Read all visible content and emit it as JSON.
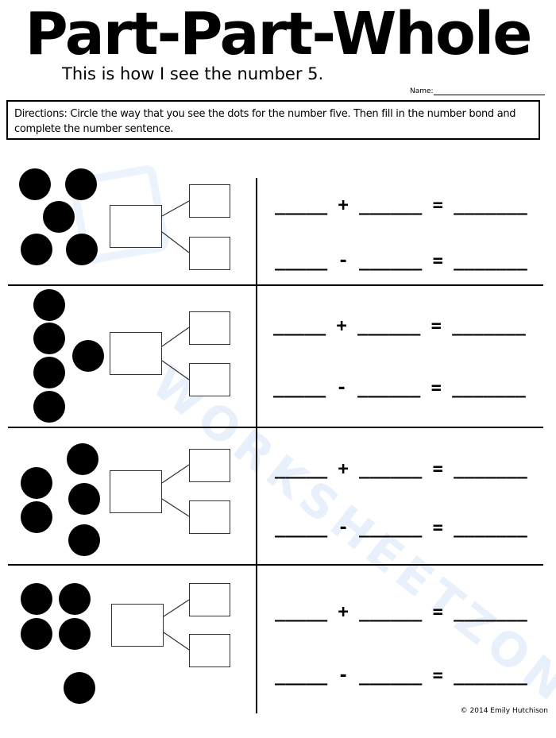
{
  "header": {
    "title": "Part-Part-Whole",
    "subtitle": "This is how I see the number 5.",
    "name_label": "Name:"
  },
  "directions": "Directions: Circle the way that you see the dots for the number five. Then fill in the number bond and complete the number sentence.",
  "rows": [
    {
      "plus_sentence": "_____ + ______ = _______",
      "minus_sentence": "_____ - ______ = _______"
    },
    {
      "plus_sentence": "_____ + ______ = _______",
      "minus_sentence": "_____ - ______ = _______"
    },
    {
      "plus_sentence": "_____ + ______ = _______",
      "minus_sentence": "_____ - ______ = _______"
    },
    {
      "plus_sentence": "_____ + ______ = _______",
      "minus_sentence": "_____ - ______ = _______"
    }
  ],
  "watermark": "WORKSHEETZONE",
  "footer": {
    "copyright": "© 2014 Emily Hutchison"
  },
  "colors": {
    "ink": "#000000",
    "watermark": "#6fa8e8"
  }
}
